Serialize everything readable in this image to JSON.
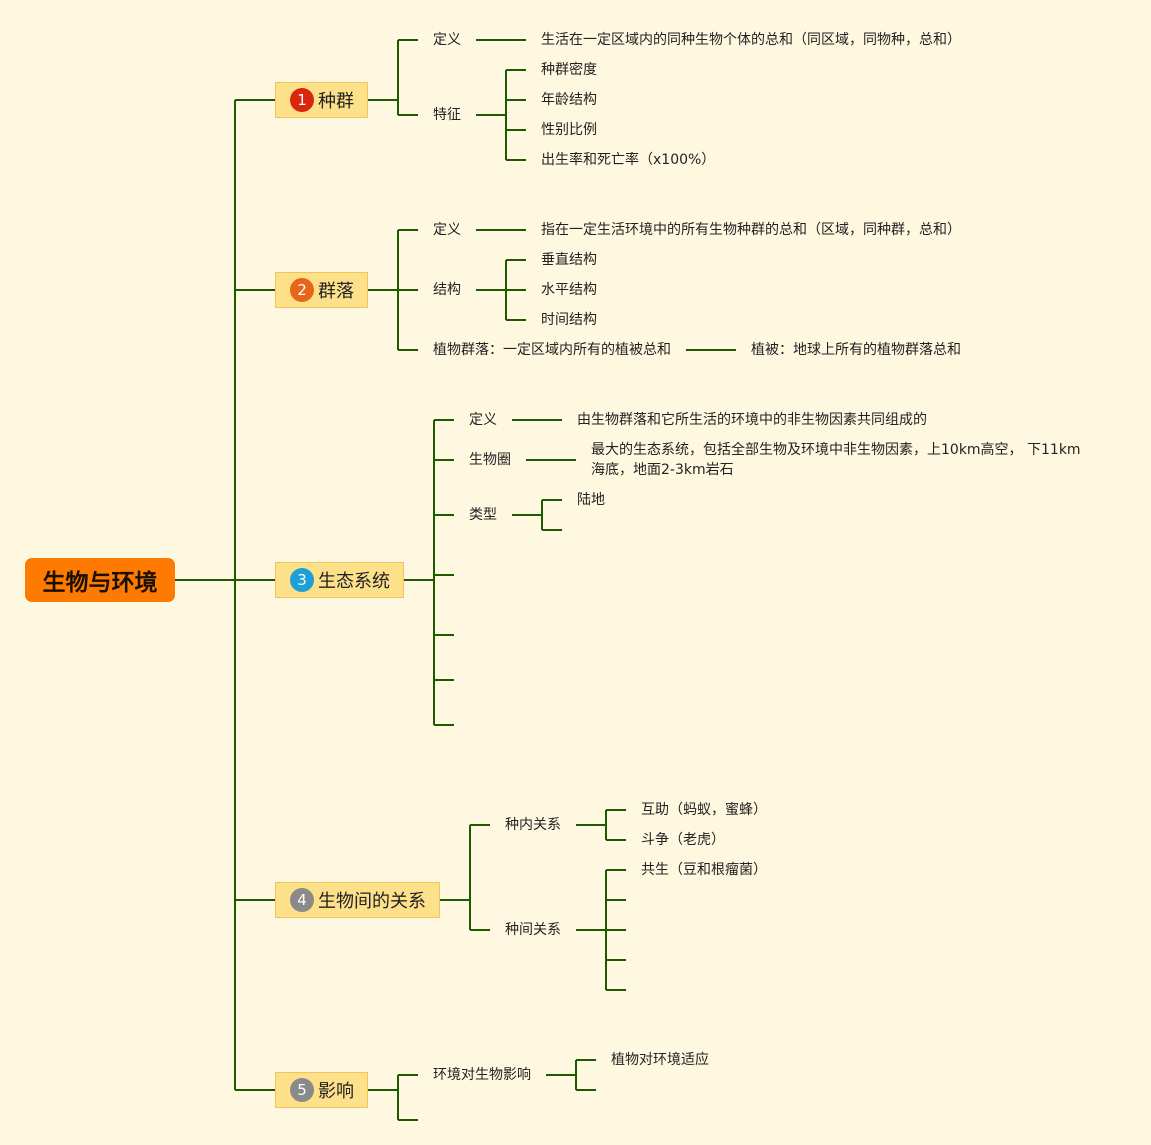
{
  "root": "生物与环境",
  "branches": [
    {
      "num": "1",
      "title": "种群",
      "color": "#d9260f"
    },
    {
      "num": "2",
      "title": "群落",
      "color": "#e8661a"
    },
    {
      "num": "3",
      "title": "生态系统",
      "color": "#1e9fd6"
    },
    {
      "num": "4",
      "title": "生物间的关系",
      "color": "#8a8a8a"
    },
    {
      "num": "5",
      "title": "影响",
      "color": "#8a8a8a"
    }
  ],
  "population": {
    "def_label": "定义",
    "def_text": "生活在一定区域内的同种生物个体的总和（同区域，同物种，总和）",
    "feature_label": "特征",
    "features": [
      "种群密度",
      "年龄结构",
      "性别比例",
      "出生率和死亡率（x100%）"
    ]
  },
  "community": {
    "def_label": "定义",
    "def_text": "指在一定生活环境中的所有生物种群的总和（区域，同种群，总和）",
    "struct_label": "结构",
    "structures": [
      "垂直结构",
      "水平结构",
      "时间结构"
    ],
    "plant_label": "植物群落：一定区域内所有的植被总和",
    "vegetation": "植被：地球上所有的植物群落总和"
  },
  "ecosystem": {
    "def_label": "定义",
    "def_text": "由生物群落和它所生活的环境中的非生物因素共同组成的",
    "biosphere_label": "生物圈",
    "biosphere_text": "最大的生态系统，包括全部生物及环境中非生物因素，上10km高空， 下11km海底，地面2-3km岩石",
    "type_label": "类型",
    "types": [
      "陆地"
    ]
  },
  "relations": {
    "intra_label": "种内关系",
    "intra": [
      "互助（蚂蚁，蜜蜂）",
      "斗争（老虎）"
    ],
    "inter_label": "种间关系",
    "inter": [
      "共生（豆和根瘤菌）"
    ]
  },
  "influence": {
    "env_label": "环境对生物影响",
    "env_children": [
      "植物对环境适应"
    ]
  },
  "colors": {
    "line": "#1f5a00",
    "root": "#ff7a00",
    "branch": "#fde08a"
  }
}
